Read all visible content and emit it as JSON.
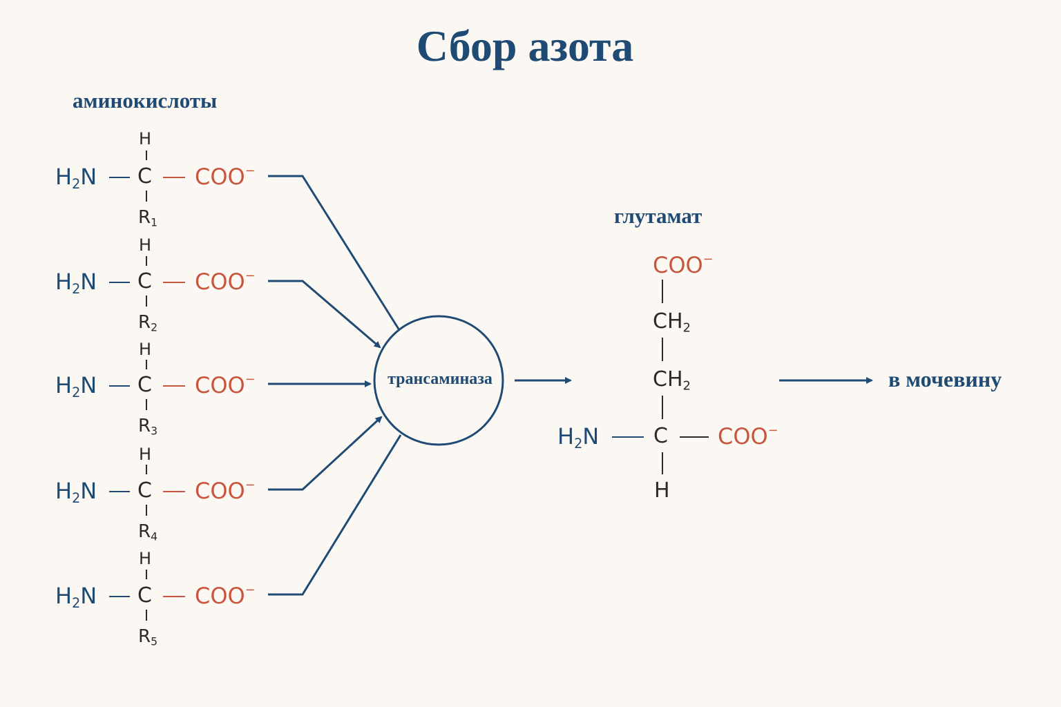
{
  "title": "Сбор азота",
  "amino_heading": "аминокислоты",
  "glutamate_heading": "глутамат",
  "enzyme": "трансаминаза",
  "destination": "в мочевину",
  "amino_acids": [
    {
      "amine": "H",
      "amine_sub": "2",
      "amine_tail": "N",
      "alpha_c": "C",
      "top_h": "H",
      "carboxyl": "COO",
      "charge": "−",
      "r": "R",
      "r_sub": "1"
    },
    {
      "amine": "H",
      "amine_sub": "2",
      "amine_tail": "N",
      "alpha_c": "C",
      "top_h": "H",
      "carboxyl": "COO",
      "charge": "−",
      "r": "R",
      "r_sub": "2"
    },
    {
      "amine": "H",
      "amine_sub": "2",
      "amine_tail": "N",
      "alpha_c": "C",
      "top_h": "H",
      "carboxyl": "COO",
      "charge": "−",
      "r": "R",
      "r_sub": "3"
    },
    {
      "amine": "H",
      "amine_sub": "2",
      "amine_tail": "N",
      "alpha_c": "C",
      "top_h": "H",
      "carboxyl": "COO",
      "charge": "−",
      "r": "R",
      "r_sub": "4"
    },
    {
      "amine": "H",
      "amine_sub": "2",
      "amine_tail": "N",
      "alpha_c": "C",
      "top_h": "H",
      "carboxyl": "COO",
      "charge": "−",
      "r": "R",
      "r_sub": "5"
    }
  ],
  "glutamate": {
    "top_carboxyl": "COO",
    "top_charge": "−",
    "ch2_a": "CH",
    "ch2_a_sub": "2",
    "ch2_b": "CH",
    "ch2_b_sub": "2",
    "amine": "H",
    "amine_sub": "2",
    "amine_tail": "N",
    "alpha_c": "C",
    "carboxyl": "COO",
    "charge": "−",
    "bottom_h": "H"
  },
  "colors": {
    "navy": "#1f4a73",
    "carboxyl_red": "#c8553d",
    "bond_dark": "#2a2a2a",
    "background": "#fbf8f3"
  }
}
